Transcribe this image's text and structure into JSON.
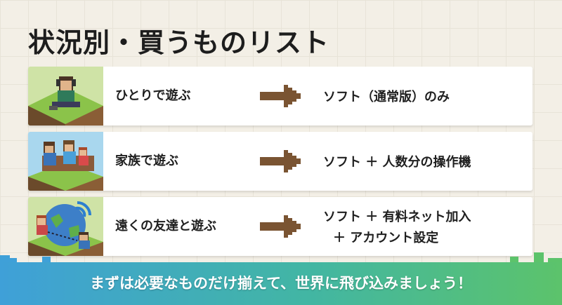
{
  "title": "状況別・買うものリスト",
  "rows": [
    {
      "situation": "ひとりで遊ぶ",
      "result_line1": "ソフト（通常版）のみ",
      "result_line2": "",
      "icon": "arrow-right-icon"
    },
    {
      "situation": "家族で遊ぶ",
      "result_line1": "ソフト ＋ 人数分の操作機",
      "result_line2": "",
      "icon": "arrow-right-icon"
    },
    {
      "situation": "遠くの友達と遊ぶ",
      "result_line1": "ソフト ＋ 有料ネット加入",
      "result_line2": "＋ アカウント設定",
      "icon": "arrow-right-icon"
    }
  ],
  "banner": {
    "text": "まずは必要なものだけ揃えて、世界に飛び込みましょう！"
  },
  "colors": {
    "arrow": "#7a5432",
    "banner_start": "#3fa0d8",
    "banner_end": "#5cc36b"
  }
}
